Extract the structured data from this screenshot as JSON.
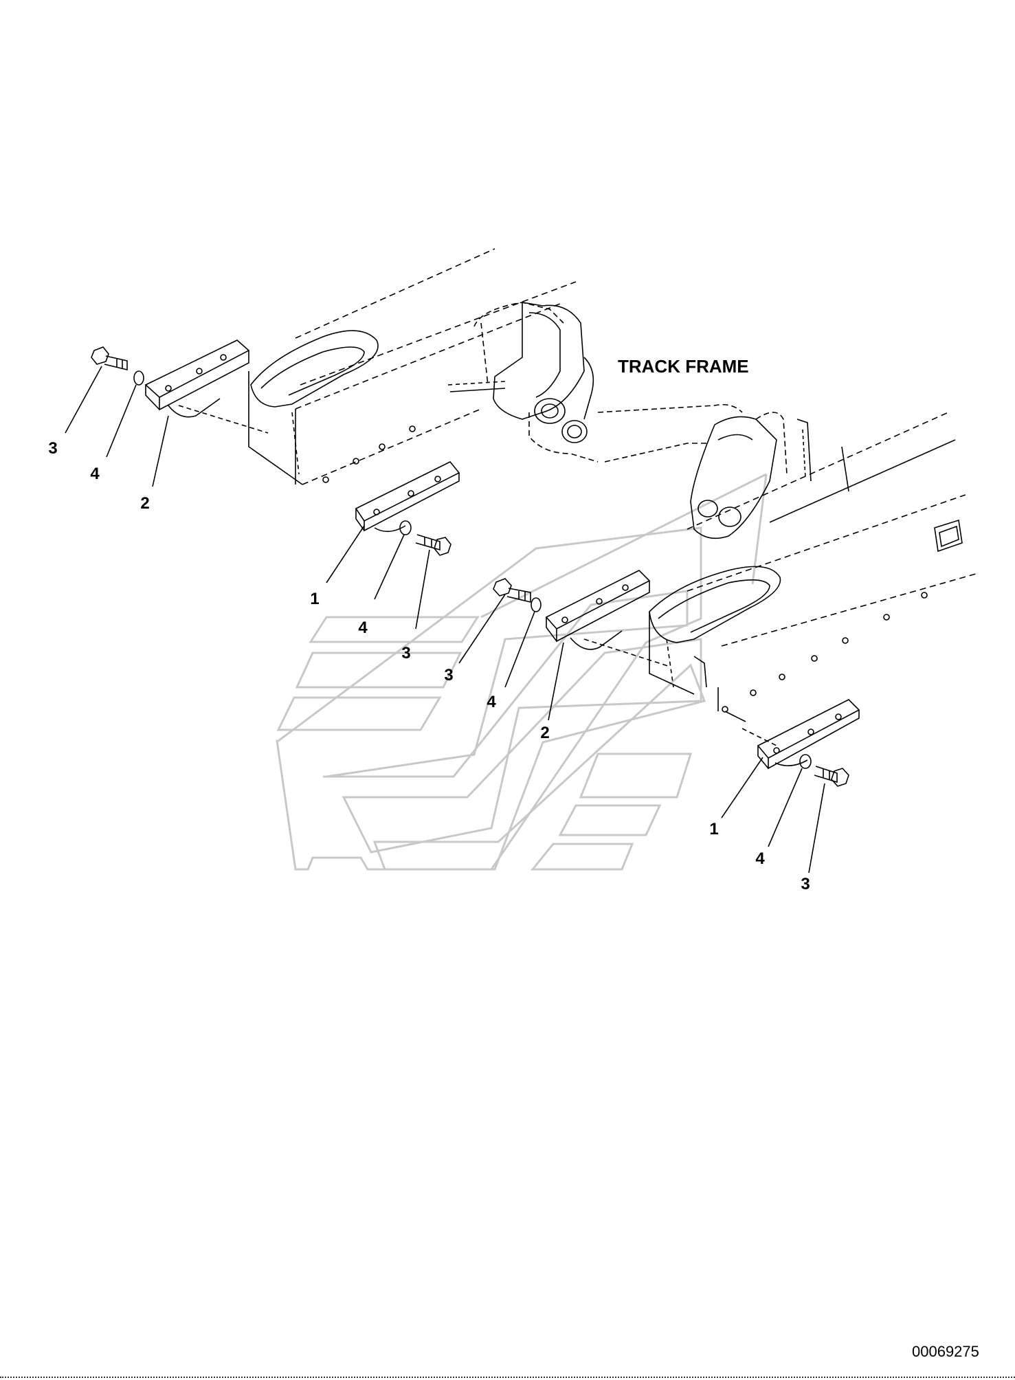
{
  "diagram": {
    "title_label": "TRACK FRAME",
    "drawing_number": "00069275",
    "callouts": {
      "upper_left_bolt": "3",
      "upper_left_washer": "4",
      "upper_left_bracket": "2",
      "center_bracket": "1",
      "center_washer": "4",
      "center_bolt": "3",
      "mid_bolt": "3",
      "mid_washer": "4",
      "mid_bracket": "2",
      "lower_right_bracket": "1",
      "lower_right_washer": "4",
      "lower_right_bolt": "3"
    },
    "line_color": "#000000",
    "watermark_color": "#c8c8c8",
    "background_color": "#ffffff"
  }
}
